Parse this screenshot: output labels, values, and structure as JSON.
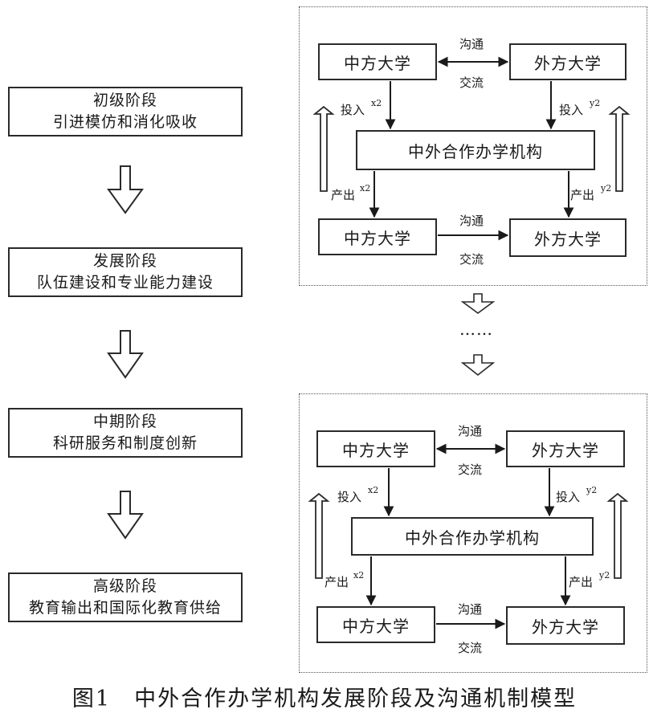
{
  "stages": [
    {
      "title": "初级阶段",
      "desc": "引进模仿和消化吸收"
    },
    {
      "title": "发展阶段",
      "desc": "队伍建设和专业能力建设"
    },
    {
      "title": "中期阶段",
      "desc": "科研服务和制度创新"
    },
    {
      "title": "高级阶段",
      "desc": "教育输出和国际化教育供给"
    }
  ],
  "model": {
    "cn_univ": "中方大学",
    "foreign_univ": "外方大学",
    "institution": "中外合作办学机构",
    "communicate": "沟通",
    "exchange": "交流",
    "input": "投入",
    "output": "产出",
    "x_sup": "x2",
    "y_sup": "y2"
  },
  "ellipsis": "……",
  "caption": "图1　中外合作办学机构发展阶段及沟通机制模型"
}
